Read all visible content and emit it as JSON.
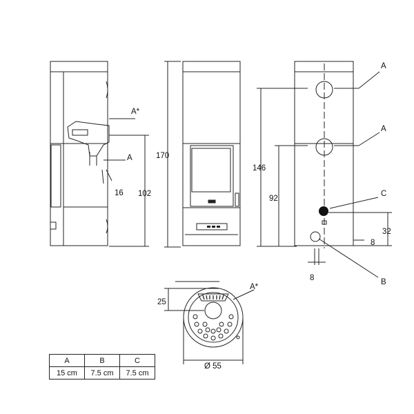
{
  "labels": {
    "side_a_star": "A*",
    "side_a": "A",
    "side_16": "16",
    "side_102": "102",
    "front_170": "170",
    "back_a_top": "A",
    "back_a_mid": "A",
    "back_c": "C",
    "back_b": "B",
    "back_146": "146",
    "back_92": "92",
    "back_32": "32",
    "back_8_right": "8",
    "back_8_bottom": "8",
    "top_25": "25",
    "top_a_star": "A*",
    "top_diameter": "Ø 55"
  },
  "table": {
    "headers": [
      "A",
      "B",
      "C"
    ],
    "values": [
      "15 cm",
      "7.5 cm",
      "7.5 cm"
    ]
  },
  "colors": {
    "line": "#222222",
    "fill_dark": "#111111"
  }
}
